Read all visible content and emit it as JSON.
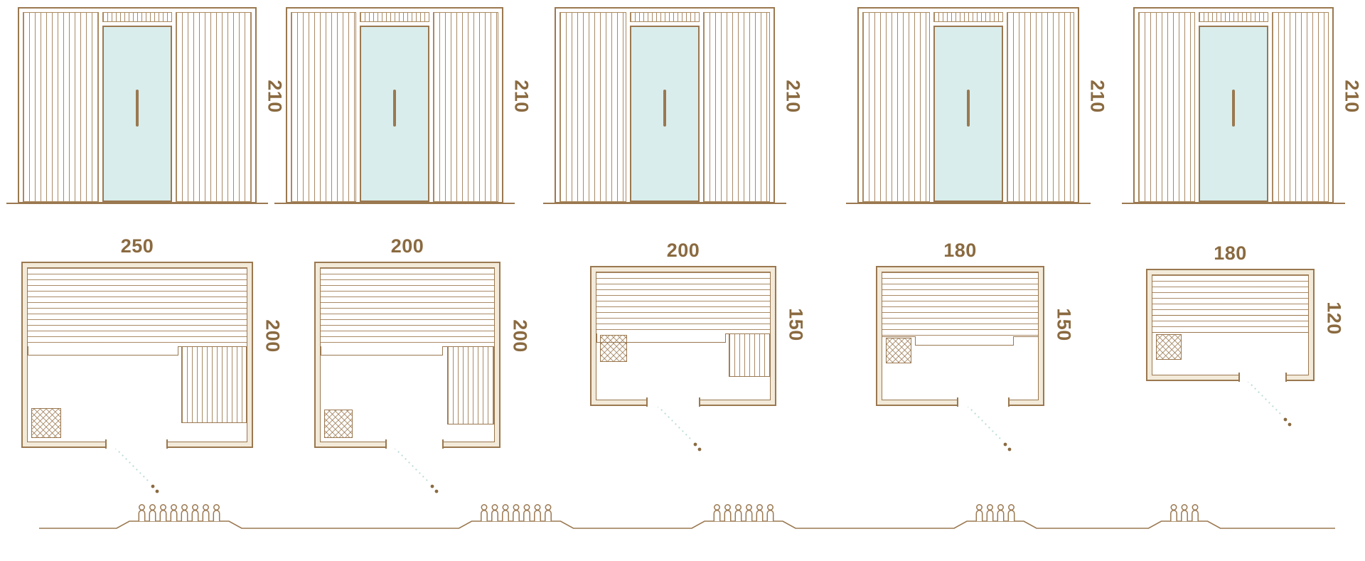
{
  "colors": {
    "line_brown": "#9a7850",
    "text_brown": "#8a6a40",
    "glass_blue": "#d9edec",
    "wall_cream": "#f3ead9",
    "swing_teal": "#bcdcd8"
  },
  "units": [
    {
      "name": "sauna-250x200",
      "elevation": {
        "height_label": "210"
      },
      "plan": {
        "width_label": "250",
        "depth_label": "200"
      },
      "capacity": 8
    },
    {
      "name": "sauna-200x200",
      "elevation": {
        "height_label": "210"
      },
      "plan": {
        "width_label": "200",
        "depth_label": "200"
      },
      "capacity": 7
    },
    {
      "name": "sauna-200x150",
      "elevation": {
        "height_label": "210"
      },
      "plan": {
        "width_label": "200",
        "depth_label": "150"
      },
      "capacity": 6
    },
    {
      "name": "sauna-180x150",
      "elevation": {
        "height_label": "210"
      },
      "plan": {
        "width_label": "180",
        "depth_label": "150"
      },
      "capacity": 4
    },
    {
      "name": "sauna-180x120",
      "elevation": {
        "height_label": "210"
      },
      "plan": {
        "width_label": "180",
        "depth_label": "120"
      },
      "capacity": 3
    }
  ]
}
